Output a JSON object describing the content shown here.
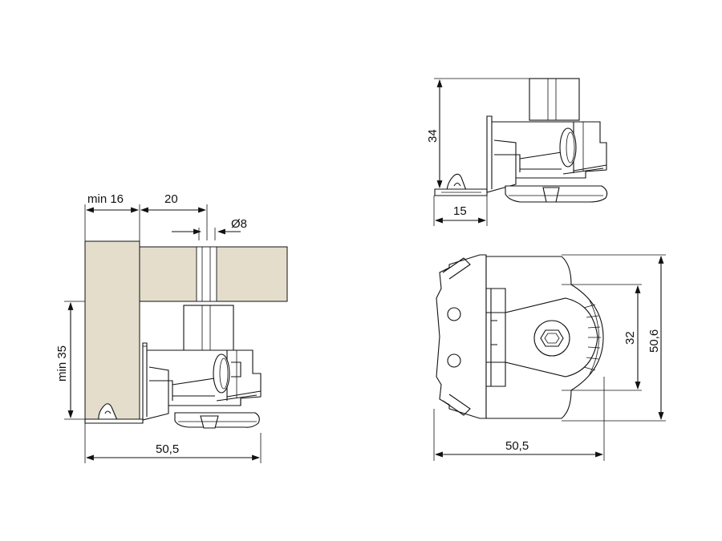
{
  "colors": {
    "background": "#ffffff",
    "line": "#111111",
    "wood_panel": "#e4ddcc"
  },
  "side_view": {
    "dim_min16": "min 16",
    "dim_20": "20",
    "dim_diameter": "Ø8",
    "dim_min35": "min 35",
    "dim_width": "50,5"
  },
  "top_view": {
    "dim_height": "34",
    "dim_depth": "15"
  },
  "plan_view": {
    "dim_32": "32",
    "dim_height": "50,6",
    "dim_width": "50,5"
  }
}
